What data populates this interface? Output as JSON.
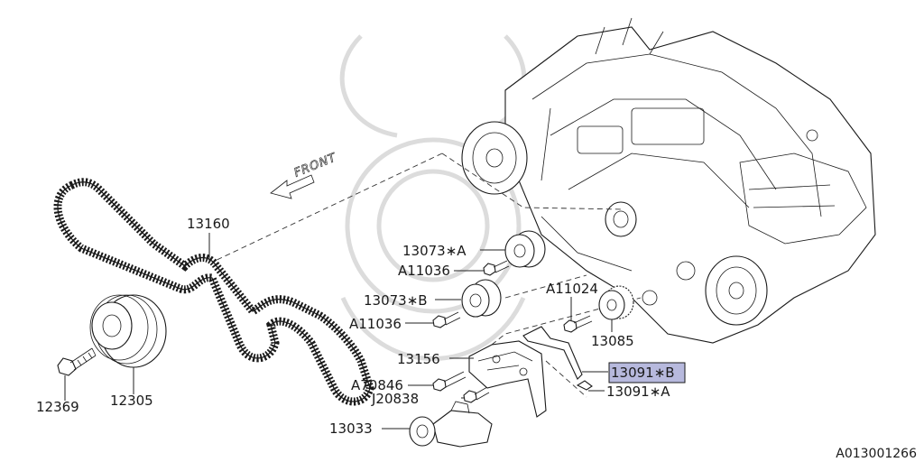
{
  "diagram": {
    "front_label": "FRONT",
    "figure_id": "A013001266",
    "highlight_color": "#b7b9dd",
    "parts": {
      "p13160": "13160",
      "p13073a": "13073∗A",
      "p11036a": "A11036",
      "p13073b": "13073∗B",
      "p11036b": "A11036",
      "p11024": "A11024",
      "p13085": "13085",
      "p13156": "13156",
      "p13091b": "13091∗B",
      "p70846": "A70846",
      "p20838": "J20838",
      "p13091a": "13091∗A",
      "p13033": "13033",
      "p12369": "12369",
      "p12305": "12305"
    }
  }
}
